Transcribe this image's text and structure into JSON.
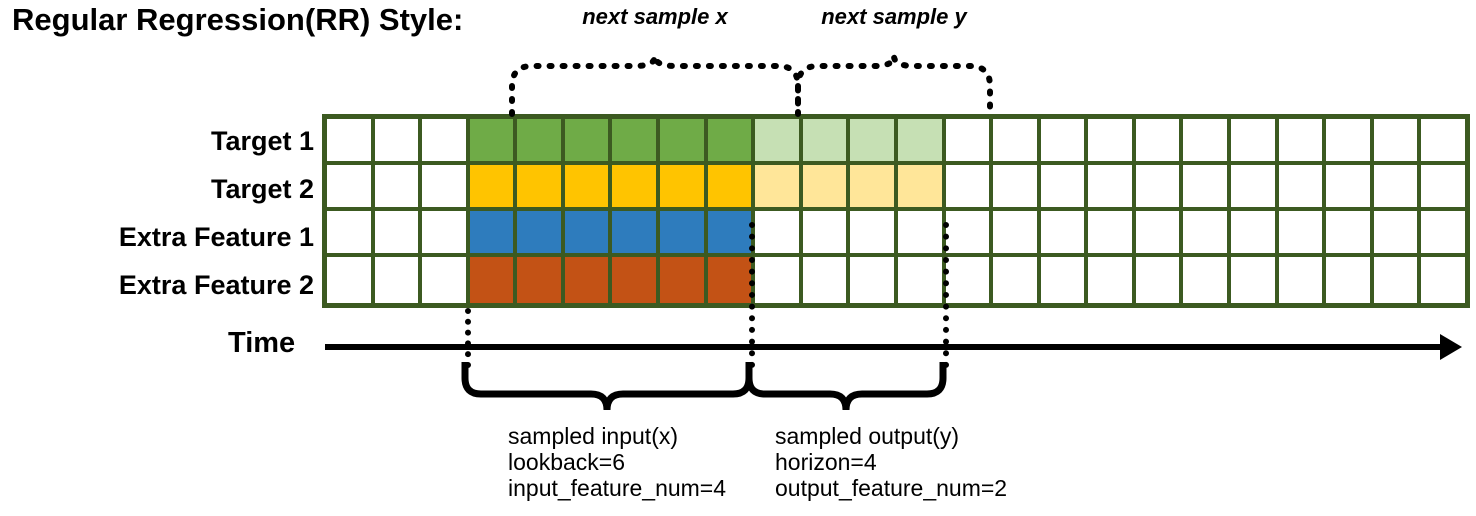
{
  "title": "Regular Regression(RR) Style:",
  "rows": [
    {
      "label": "Target 1",
      "input_color": "#6fab47",
      "output_color": "#c6e0b4",
      "has_output": true
    },
    {
      "label": "Target 2",
      "input_color": "#ffc400",
      "output_color": "#ffe699",
      "has_output": true
    },
    {
      "label": "Extra Feature 1",
      "input_color": "#2e7cbd",
      "output_color": "",
      "has_output": false
    },
    {
      "label": "Extra Feature 2",
      "input_color": "#c35215",
      "output_color": "",
      "has_output": false
    }
  ],
  "grid": {
    "total_columns": 24,
    "lead_blank_columns": 3,
    "input_columns": 6,
    "output_columns": 4,
    "trailing_blank_columns": 11,
    "border_color": "#3c5a21",
    "cell_color": "#ffffff"
  },
  "time_axis": {
    "label": "Time"
  },
  "top_braces": [
    {
      "caption": "next sample x"
    },
    {
      "caption": "next sample y"
    }
  ],
  "bottom_braces": [
    {
      "line1": "sampled input(x)",
      "line2": "lookback=6",
      "line3": "input_feature_num=4"
    },
    {
      "line1": "sampled output(y)",
      "line2": "horizon=4",
      "line3": "output_feature_num=2"
    }
  ]
}
